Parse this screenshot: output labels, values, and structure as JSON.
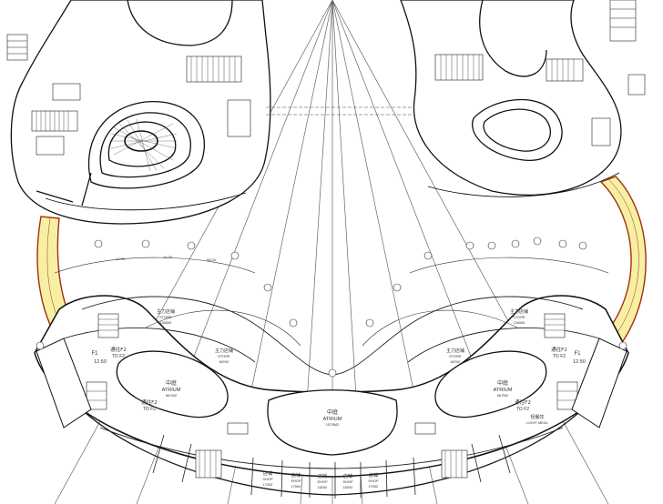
{
  "plan": {
    "atrium_center": {
      "cn": "中庭",
      "en": "ATRIUM",
      "area": "1578M2"
    },
    "atrium_left": {
      "cn": "中庭",
      "en": "ATRIUM",
      "area": "667M2"
    },
    "atrium_right": {
      "cn": "中庭",
      "en": "ATRIUM",
      "area": "667M2"
    },
    "store_left_a": {
      "cn": "主力店铺",
      "en": "STORE",
      "area": "1346M2"
    },
    "store_left_b": {
      "cn": "主力店铺",
      "en": "STORE",
      "area": "667M2"
    },
    "store_right_a": {
      "cn": "主力店铺",
      "en": "STORE",
      "area": "1346M2"
    },
    "store_right_b": {
      "cn": "主力店铺",
      "en": "STORE",
      "area": "667M2"
    },
    "to_f2_left_a": {
      "cn": "通往F2",
      "en": "TO F2"
    },
    "to_f2_left_b": {
      "cn": "通往F2",
      "en": "TO F2"
    },
    "to_f2_right_a": {
      "cn": "通往F2",
      "en": "TO F2"
    },
    "to_f2_right_b": {
      "cn": "通往F2",
      "en": "TO F2"
    },
    "level_left": {
      "code": "F1",
      "elev": "12.50"
    },
    "level_right": {
      "code": "F1",
      "elev": "12.50"
    },
    "light_meal": {
      "cn": "轻餐饮",
      "en": "LIGHT MEAL"
    },
    "dim_a": "14.00",
    "dim_b": "14.00",
    "dim_c": "58.00",
    "shop_label_cn": "店铺",
    "shop_label_en": "SHOP",
    "shops": [
      "170M2",
      "179M2",
      "182M2",
      "182M2",
      "170M2"
    ]
  }
}
